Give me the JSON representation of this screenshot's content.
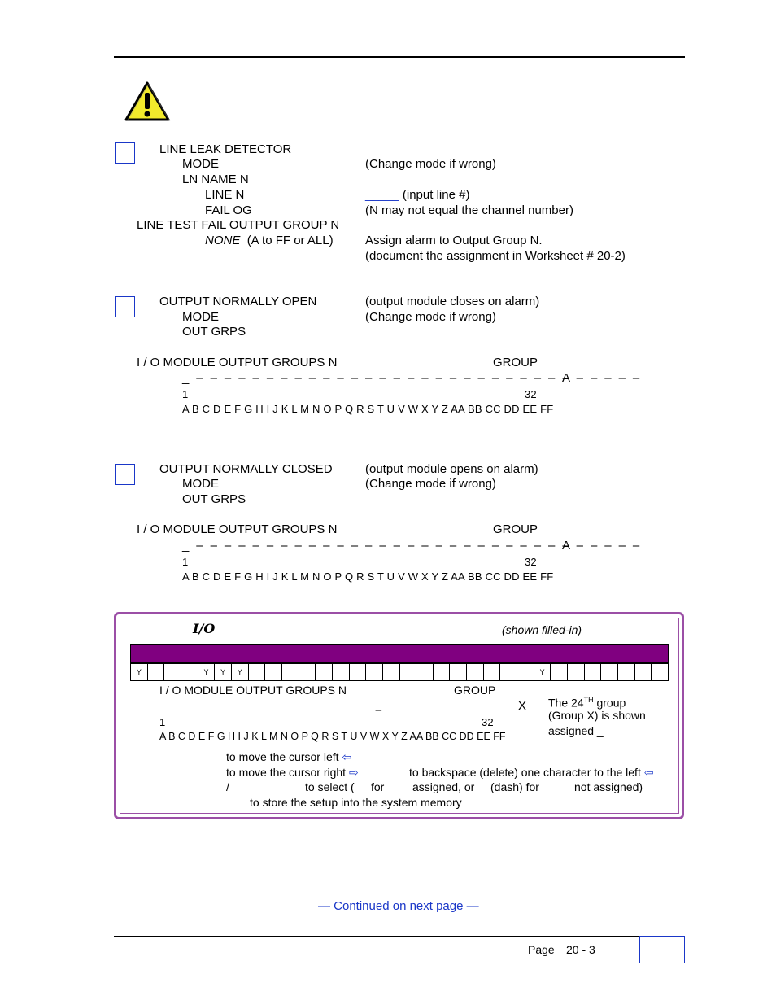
{
  "step1": {
    "l1": "LINE LEAK DETECTOR",
    "l2": "MODE",
    "l3": "LN NAME N",
    "l4": "LINE N",
    "l5": "FAIL OG",
    "l6": "LINE TEST FAIL OUTPUT GROUP N",
    "l7_italic": "NONE",
    "l7_rest": "(A to FF or ALL)",
    "r1": "(Change mode if wrong)",
    "r2_blank": "_____",
    "r2": "(input line #)",
    "r3": "(N may not equal the channel number)",
    "r4": "Assign alarm to Output Group N.",
    "r5": "(document the assignment in Worksheet # 20-2)"
  },
  "step2": {
    "l1": "OUTPUT NORMALLY OPEN",
    "l2": "MODE",
    "l3": "OUT GRPS",
    "r1": "(output module closes on alarm)",
    "r2": "(Change mode if wrong)",
    "io_header": "I / O  MODULE OUTPUT GROUPS N",
    "group": "GROUP",
    "dashes": "_ – – – – – – – – – – – – – – – – – – – – – – – – – – – – – – – –",
    "group_value": "A",
    "start_num": "1",
    "end_num": "32",
    "letters": "A B C D E F G H I J K L M N O P Q R S T U V W X Y Z AA BB CC DD EE FF"
  },
  "step3": {
    "l1": "OUTPUT NORMALLY CLOSED",
    "l2": "MODE",
    "l3": "OUT GRPS",
    "r1": "(output module opens on alarm)",
    "r2": "(Change mode if wrong)",
    "io_header": "I / O  MODULE OUTPUT GROUPS N",
    "group": "GROUP",
    "dashes": "_ – – – – – – – – – – – – – – – – – – – – – – – – – – – – – – – –",
    "group_value": "A",
    "start_num": "1",
    "end_num": "32",
    "letters": "A B C D E F G H I J K L M N O P Q R S T U V W X Y Z AA BB CC DD EE FF"
  },
  "example": {
    "title": "I/O",
    "subtitle": "(shown filled-in)",
    "cells": [
      "Y",
      "",
      "",
      "",
      "Y",
      "Y",
      "Y",
      "",
      "",
      "",
      "",
      "",
      "",
      "",
      "",
      "",
      "",
      "",
      "",
      "",
      "",
      "",
      "",
      "",
      "Y",
      "",
      "",
      "",
      "",
      "",
      "",
      ""
    ],
    "io_header": "I / O  MODULE OUTPUT GROUPS N",
    "group": "GROUP",
    "dashes": "– –       – – – – – – – – – – – – – – – – _ – – –  –  –  –  –",
    "group_value": "X",
    "start_num": "1",
    "end_num": "32",
    "letters": "A B C D E F G H I J K L M N O P Q R S T U V W X Y Z AA BB CC DD EE FF",
    "note_prefix": "The 24",
    "note_sup": "TH",
    "note_suffix": " group",
    "note_line2": "(Group X) is shown",
    "note_line3": "assigned _",
    "help1": "to move the cursor left",
    "help2": "to move the cursor right",
    "help2b": "to backspace (delete) one character to the left",
    "help3a": "/",
    "help3b": "to select (",
    "help3c": "for",
    "help3d": "assigned, or",
    "help3e": "(dash) for",
    "help3f": "not assigned)",
    "help4": "to store the setup into the system memory",
    "arrow_left": "⇦",
    "arrow_right": "⇨"
  },
  "continued": "— Continued on next page —",
  "footer": {
    "page_label": "Page",
    "page_num": "20 - 3"
  },
  "colors": {
    "blue": "#1a37c8",
    "purple": "#800080",
    "panel_border": "#9b4fa6",
    "warning": "#f2ea2c"
  },
  "icons": {
    "warning": "warning-triangle-icon"
  }
}
